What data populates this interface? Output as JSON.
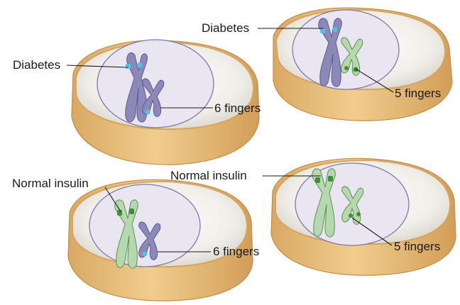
{
  "colors": {
    "cell_side": "#e6bc76",
    "cell_side_dark": "#c99650",
    "cell_top": "#f2f0ea",
    "cell_top_shadow": "#dcd8cf",
    "nucleus": "#e9e5f1",
    "nucleus_border": "#7e7aaa",
    "purple_chromosome": "#8c88b8",
    "purple_outline": "#5f5a8f",
    "green_chromosome": "#b6d8ae",
    "green_outline": "#5d8f55",
    "cyan_marker": "#4fc3e6",
    "green_marker": "#3f8f3a"
  },
  "cells": [
    {
      "name": "cell-top-left",
      "labels": {
        "large_chromosome": "Diabetes",
        "small_chromosome": "6 fingers"
      }
    },
    {
      "name": "cell-top-right",
      "labels": {
        "large_chromosome": "Diabetes",
        "small_chromosome": "5 fingers"
      }
    },
    {
      "name": "cell-bottom-left",
      "labels": {
        "large_chromosome": "Normal insulin",
        "small_chromosome": "6 fingers"
      }
    },
    {
      "name": "cell-bottom-right",
      "labels": {
        "large_chromosome": "Normal insulin",
        "small_chromosome": "5 fingers"
      }
    }
  ]
}
